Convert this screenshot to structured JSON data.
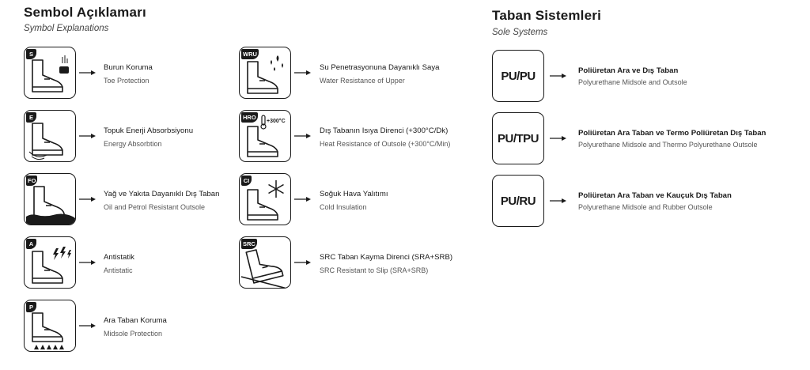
{
  "symbols": {
    "title": "Sembol Açıklamarı",
    "subtitle": "Symbol Explanations",
    "items": [
      {
        "code": "S",
        "label": "Burun Koruma",
        "sublabel": "Toe Protection",
        "icon": "toe-cap-boot-icon"
      },
      {
        "code": "E",
        "label": "Topuk Enerji Absorbsiyonu",
        "sublabel": "Energy Absorbtion",
        "icon": "heel-energy-boot-icon"
      },
      {
        "code": "FO",
        "label": "Yağ ve Yakıta Dayanıklı Dış Taban",
        "sublabel": "Oil and Petrol Resistant Outsole",
        "icon": "oil-resistant-boot-icon"
      },
      {
        "code": "A",
        "label": "Antistatik",
        "sublabel": "Antistatic",
        "icon": "antistatic-boot-icon"
      },
      {
        "code": "P",
        "label": "Ara Taban Koruma",
        "sublabel": "Midsole Protection",
        "icon": "midsole-protection-boot-icon"
      },
      {
        "code": "WRU",
        "label": "Su Penetrasyonuna Dayanıklı Saya",
        "sublabel": "Water Resistance of Upper",
        "icon": "water-resistant-boot-icon"
      },
      {
        "code": "HRO",
        "label": "Dış Tabanın Isıya Direnci (+300°C/Dk)",
        "sublabel": "Heat Resistance of Outsole (+300°C/Min)",
        "icon": "heat-resistant-boot-icon",
        "extra": "+300°C"
      },
      {
        "code": "CI",
        "label": "Soğuk Hava Yalıtımı",
        "sublabel": "Cold Insulation",
        "icon": "cold-insulation-boot-icon"
      },
      {
        "code": "SRC",
        "label": "SRC Taban Kayma Direnci (SRA+SRB)",
        "sublabel": "SRC Resistant to Slip (SRA+SRB)",
        "icon": "slip-resistant-boot-icon"
      }
    ]
  },
  "soles": {
    "title": "Taban Sistemleri",
    "subtitle": "Sole Systems",
    "items": [
      {
        "code": "PU/PU",
        "label": "Poliüretan Ara ve Dış Taban",
        "sublabel": "Polyurethane Midsole and Outsole"
      },
      {
        "code": "PU/TPU",
        "label": "Poliüretan Ara Taban ve Termo Poliüretan Dış Taban",
        "sublabel": "Polyurethane Midsole and Thermo Polyurethane Outsole"
      },
      {
        "code": "PU/RU",
        "label": "Poliüretan Ara Taban ve Kauçuk Dış Taban",
        "sublabel": "Polyurethane Midsole and Rubber Outsole"
      }
    ]
  }
}
